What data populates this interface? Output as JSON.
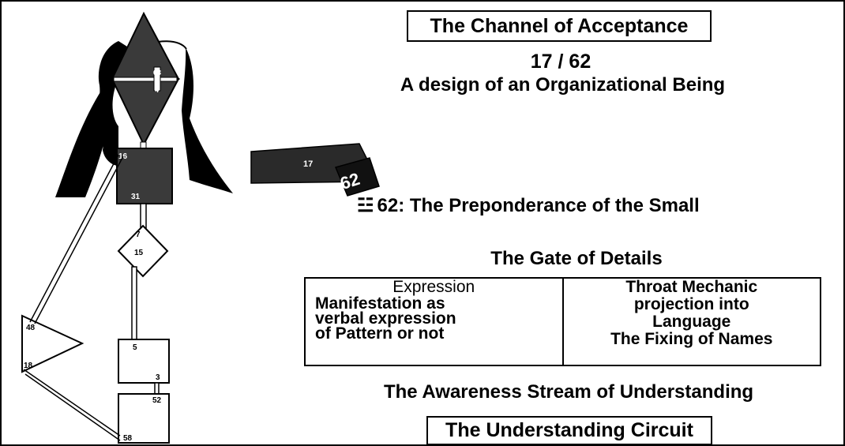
{
  "title": "The Channel of Acceptance",
  "gate_pair": "17 / 62",
  "subtitle": "A design of an Organizational Being",
  "hexagram": {
    "symbol": "☳",
    "label": "62: The Preponderance of the Small"
  },
  "gate_name": "The Gate of Details",
  "gate_table": {
    "left": [
      "Expression",
      "Manifestation as",
      "verbal expression",
      "of Pattern or not"
    ],
    "right": [
      "Throat Mechanic",
      "projection into",
      "Language",
      "The Fixing of Names"
    ]
  },
  "stream": "The Awareness Stream of Understanding",
  "circuit": "The Understanding Circuit",
  "diagram": {
    "gates": {
      "head_top": "63",
      "ajna_bottom": "4",
      "throat_left": "16",
      "throat_bottom": "31",
      "g_top": "7",
      "g_bottom": "15",
      "sacral_top": "5",
      "sacral_bottom": "3",
      "root_top": "52",
      "root_bottom": "58",
      "spleen_top": "48",
      "spleen_bottom": "18",
      "inset_small": "17",
      "inset_large": "62"
    },
    "colors": {
      "ink": "#000000",
      "center_fill": "#3a3a3a",
      "silhouette": "#000000",
      "inset_fill": "#2a2a2a"
    }
  }
}
